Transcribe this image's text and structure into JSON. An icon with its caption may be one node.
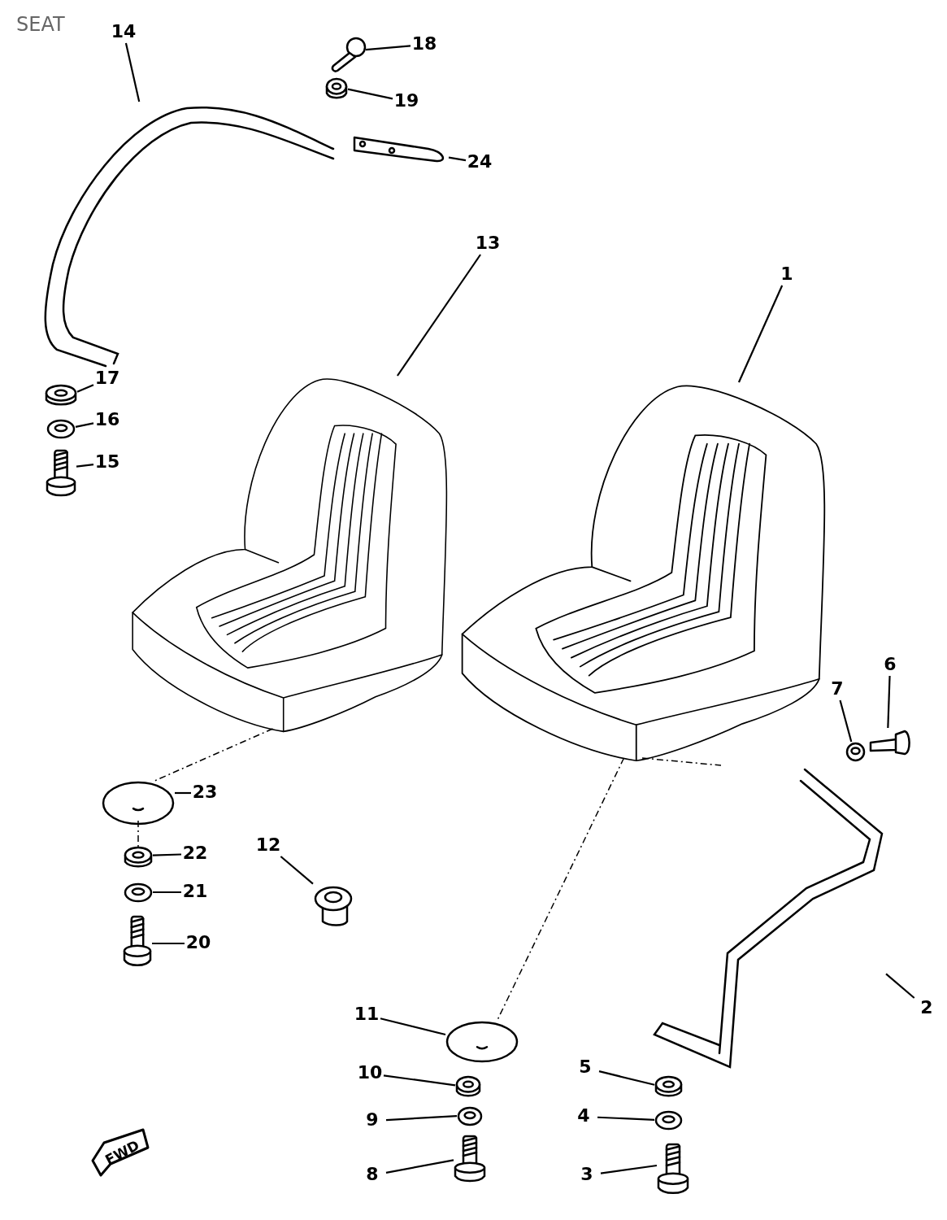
{
  "diagram": {
    "title": "SEAT",
    "nodes": [
      {
        "text": [
          "14"
        ]
      },
      {
        "text": [
          "18"
        ]
      },
      {
        "text": [
          "19"
        ]
      },
      {
        "text": [
          "13"
        ]
      },
      {
        "text": [
          "24"
        ]
      },
      {
        "text": [
          "1"
        ]
      },
      {
        "text": [
          "17"
        ]
      },
      {
        "text": [
          "16"
        ]
      },
      {
        "text": [
          "15"
        ]
      },
      {
        "text": [
          "6"
        ]
      },
      {
        "text": [
          "7"
        ]
      },
      {
        "text": [
          "23"
        ]
      },
      {
        "text": [
          "22"
        ]
      },
      {
        "text": [
          "12"
        ]
      },
      {
        "text": [
          "21"
        ]
      },
      {
        "text": [
          "20"
        ]
      },
      {
        "text": [
          "2"
        ]
      },
      {
        "text": [
          "11"
        ]
      },
      {
        "text": [
          "5"
        ]
      },
      {
        "text": [
          "10"
        ]
      },
      {
        "text": [
          "9"
        ]
      },
      {
        "text": [
          "4"
        ]
      },
      {
        "text": [
          "8"
        ]
      },
      {
        "text": [
          "3"
        ]
      },
      {
        "text": [],
        "shape": "picture"
      },
      {
        "text": [],
        "shape": "picture"
      },
      {
        "text": [],
        "shape": "picture"
      },
      {
        "text": [],
        "shape": "picture"
      },
      {
        "text": [],
        "shape": "picture"
      },
      {
        "text": [],
        "shape": "picture"
      },
      {
        "text": [],
        "shape": "picture"
      },
      {
        "text": [],
        "shape": "picture"
      },
      {
        "text": [],
        "shape": "picture"
      },
      {
        "text": [],
        "shape": "picture"
      },
      {
        "text": [],
        "shape": "picture"
      },
      {
        "text": [],
        "shape": "picture"
      },
      {
        "text": [],
        "shape": "picture"
      },
      {
        "text": [],
        "shape": "picture"
      },
      {
        "text": [],
        "shape": "picture"
      },
      {
        "text": [],
        "shape": "picture"
      },
      {
        "text": [],
        "shape": "picture"
      },
      {
        "text": [],
        "shape": "picture"
      },
      {
        "text": [],
        "shape": "picture"
      },
      {
        "text": [],
        "shape": "picture"
      },
      {
        "text": [],
        "shape": "picture"
      },
      {
        "text": [],
        "shape": "picture"
      },
      {
        "text": [],
        "shape": "picture"
      },
      {
        "text": [],
        "shape": "picture"
      }
    ],
    "edges": [
      {
        "from": 0,
        "to": 24,
        "arrow": "none"
      },
      {
        "from": 1,
        "to": 25,
        "arrow": "none"
      },
      {
        "from": 2,
        "to": 26,
        "arrow": "none"
      },
      {
        "from": 3,
        "to": 27,
        "arrow": "none"
      },
      {
        "from": 4,
        "to": 28,
        "arrow": "none"
      },
      {
        "from": 5,
        "to": 29,
        "arrow": "none"
      },
      {
        "from": 6,
        "to": 30,
        "arrow": "none"
      },
      {
        "from": 7,
        "to": 31,
        "arrow": "none"
      },
      {
        "from": 8,
        "to": 32,
        "arrow": "none"
      },
      {
        "from": 9,
        "to": 33,
        "arrow": "none"
      },
      {
        "from": 10,
        "to": 34,
        "arrow": "none"
      },
      {
        "from": 11,
        "to": 35,
        "arrow": "none"
      },
      {
        "from": 12,
        "to": 36,
        "arrow": "none"
      },
      {
        "from": 13,
        "to": 37,
        "arrow": "none"
      },
      {
        "from": 14,
        "to": 38,
        "arrow": "none"
      },
      {
        "from": 15,
        "to": 39,
        "arrow": "none"
      },
      {
        "from": 16,
        "to": 40,
        "arrow": "none"
      },
      {
        "from": 17,
        "to": 41,
        "arrow": "none"
      },
      {
        "from": 18,
        "to": 42,
        "arrow": "none"
      },
      {
        "from": 19,
        "to": 43,
        "arrow": "none"
      },
      {
        "from": 20,
        "to": 44,
        "arrow": "none"
      },
      {
        "from": 21,
        "to": 45,
        "arrow": "none"
      },
      {
        "from": 22,
        "to": 46,
        "arrow": "none"
      },
      {
        "from": 23,
        "to": 47,
        "arrow": "none"
      },
      {
        "from": 27,
        "to": 35,
        "arrow": "none",
        "style": "dashed"
      },
      {
        "from": 35,
        "to": 36,
        "arrow": "none",
        "style": "dashed"
      },
      {
        "from": 29,
        "to": 41,
        "arrow": "none",
        "style": "dashed"
      },
      {
        "from": 29,
        "to": 40,
        "arrow": "none",
        "style": "dashed"
      }
    ],
    "labels": [
      "FWD"
    ]
  }
}
